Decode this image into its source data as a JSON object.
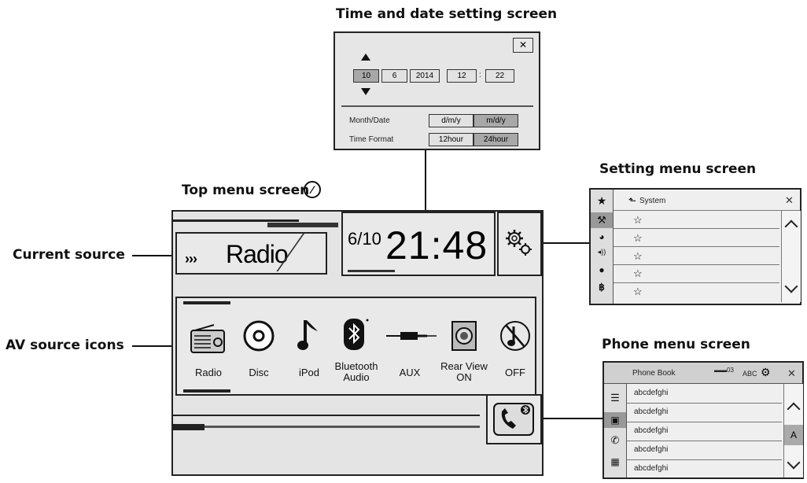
{
  "captions": {
    "time_date": "Time and date setting screen",
    "setting_menu": "Setting menu screen",
    "top_menu": "Top menu screen",
    "current_source": "Current source",
    "av_source": "AV source icons",
    "phone_menu": "Phone menu screen"
  },
  "time_date_screen": {
    "close": "✕",
    "values": [
      "10",
      "6",
      "2014",
      "12",
      "22"
    ],
    "colon": ":",
    "rows": [
      {
        "label": "Month/Date",
        "options": [
          "d/m/y",
          "m/d/y"
        ]
      },
      {
        "label": "Time Format",
        "options": [
          "12hour",
          "24hour"
        ]
      }
    ]
  },
  "top_menu": {
    "source_arrows": "›››",
    "source_name": "Radio",
    "date": "6/10",
    "time": "21:48",
    "av_sources": [
      {
        "label": "Radio",
        "icon": "radio-icon"
      },
      {
        "label": "Disc",
        "icon": "disc-icon"
      },
      {
        "label": "iPod",
        "icon": "music-note-icon"
      },
      {
        "label": "Bluetooth\nAudio",
        "icon": "bluetooth-icon"
      },
      {
        "label": "AUX",
        "icon": "aux-cable-icon"
      },
      {
        "label": "Rear View\nON",
        "icon": "camera-icon"
      },
      {
        "label": "OFF",
        "icon": "off-icon"
      }
    ]
  },
  "setting_menu": {
    "title": "System",
    "back": "⬑",
    "close": "✕",
    "star": "☆",
    "sidebar": [
      "★",
      "⚒",
      "◕",
      "◂))",
      "●",
      "฿"
    ]
  },
  "phone_menu": {
    "title": "Phone Book",
    "status": "▬▬03",
    "abc": "ABC",
    "close": "✕",
    "entries": [
      "abcdefghi",
      "abcdefghi",
      "abcdefghi",
      "abcdefghi",
      "abcdefghi"
    ],
    "index_letter": "A"
  }
}
